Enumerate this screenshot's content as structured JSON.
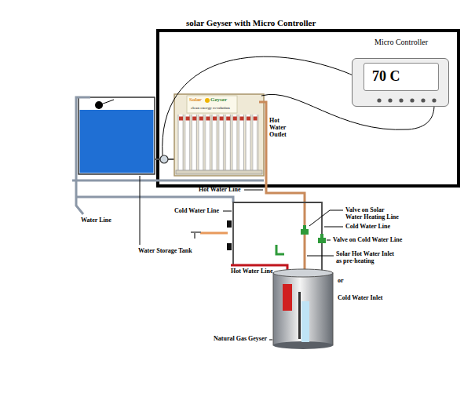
{
  "diagram": {
    "title": "solar Geyser with Micro Controller",
    "nodes": [
      {
        "text": [
          "Micro Controller"
        ]
      },
      {
        "text": [
          "70 C"
        ],
        "in": 0
      }
    ],
    "labels": [
      "Solar",
      "Geyser",
      "clean energy revolution",
      "Hot Water Outlet",
      "Hot Water Line",
      "Water Line",
      "Cold Water Line",
      "Valve on Solar Water Heating Line",
      "Cold Water Line",
      "Valve on Cold Water Line",
      "Water Storage Tank",
      "Solar Hot Water Inlet as pre-heating",
      "Hot Water Line",
      "or",
      "Cold Water Inlet",
      "Natural Gas Geyser"
    ]
  }
}
